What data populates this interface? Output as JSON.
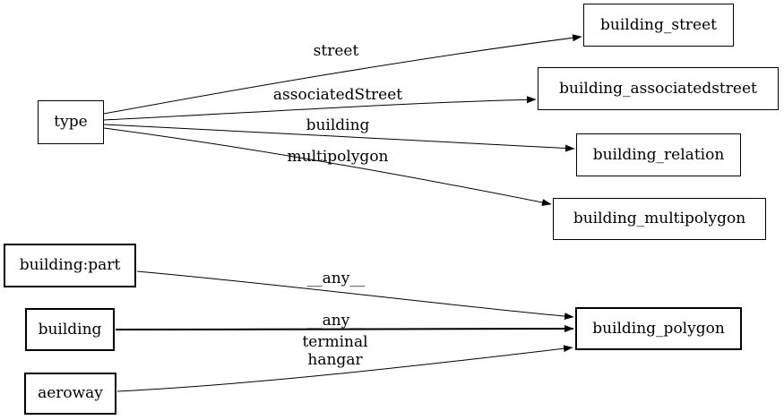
{
  "diagram": {
    "background_color": "#ffffff",
    "line_color": "#000000",
    "nodes": [
      {
        "id": "type",
        "label": "type"
      },
      {
        "id": "building_street",
        "label": "building_street"
      },
      {
        "id": "building_associatedstreet",
        "label": "building_associatedstreet"
      },
      {
        "id": "building_relation",
        "label": "building_relation"
      },
      {
        "id": "building_multipolygon",
        "label": "building_multipolygon"
      },
      {
        "id": "building:part",
        "label": "building:part"
      },
      {
        "id": "building",
        "label": "building"
      },
      {
        "id": "aeroway",
        "label": "aeroway"
      },
      {
        "id": "building_polygon",
        "label": "building_polygon"
      }
    ],
    "edges": [
      {
        "from": "type",
        "to": "building_street",
        "label": "street"
      },
      {
        "from": "type",
        "to": "building_associatedstreet",
        "label": "associatedStreet"
      },
      {
        "from": "type",
        "to": "building_relation",
        "label": "building"
      },
      {
        "from": "type",
        "to": "building_multipolygon",
        "label": "multipolygon"
      },
      {
        "from": "building:part",
        "to": "building_polygon",
        "label": "__any__"
      },
      {
        "from": "building",
        "to": "building_polygon",
        "label": "__any__"
      },
      {
        "from": "aeroway",
        "to": "building_polygon",
        "label": "terminal",
        "label2": "hangar"
      }
    ]
  }
}
